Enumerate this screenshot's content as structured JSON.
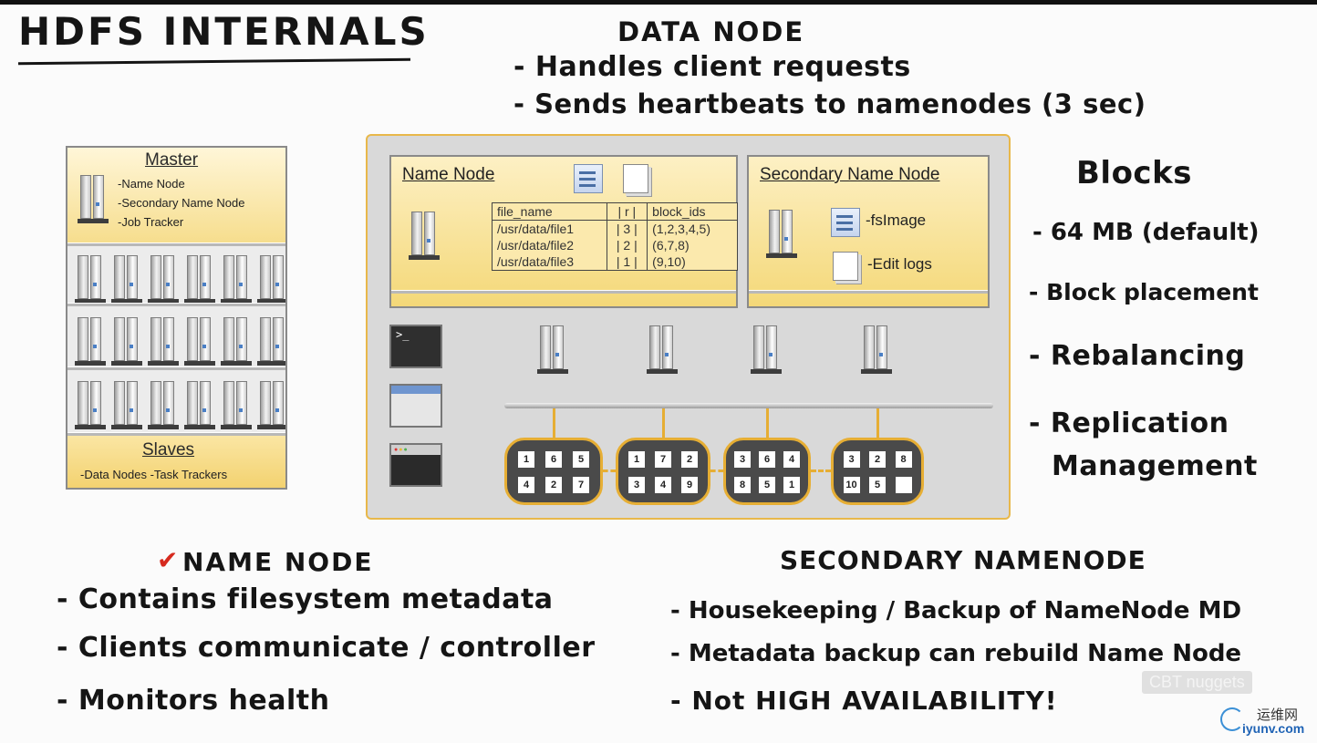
{
  "handwritten": {
    "title": "HDFS Internals",
    "datanode": {
      "title": "Data Node",
      "line1": "- Handles client requests",
      "line2": "- Sends heartbeats to namenodes (3 sec)"
    },
    "blocks": {
      "title": "Blocks",
      "line1": "- 64 MB (default)",
      "line2": "- Block placement",
      "line3": "- Rebalancing",
      "line4": "- Replication",
      "line5": "Management"
    },
    "namenode": {
      "check": "✔",
      "title": "Name Node",
      "line1": "- Contains filesystem metadata",
      "line2": "- Clients communicate / controller",
      "line3": "- Monitors health"
    },
    "secondary": {
      "title": "Secondary NameNode",
      "line1": "- Housekeeping / Backup of NameNode MD",
      "line2": "- Metadata backup can rebuild Name Node",
      "line3": "- Not HIGH AVAILABILITY!"
    }
  },
  "master_panel": {
    "master_title": "Master",
    "master_items": [
      "-Name Node",
      "-Secondary Name Node",
      "-Job Tracker"
    ],
    "slaves_title": "Slaves",
    "slaves_items": "-Data Nodes  -Task Trackers"
  },
  "name_node_box": {
    "title": "Name Node",
    "table": {
      "headers": [
        "file_name",
        "| r |",
        "block_ids"
      ],
      "rows": [
        [
          "/usr/data/file1",
          "| 3 |",
          "(1,2,3,4,5)"
        ],
        [
          "/usr/data/file2",
          "| 2 |",
          "(6,7,8)"
        ],
        [
          "/usr/data/file3",
          "| 1 |",
          "(9,10)"
        ]
      ]
    }
  },
  "secondary_box": {
    "title": "Secondary Name Node",
    "items": [
      "-fsImage",
      "-Edit logs"
    ]
  },
  "terminal_prompt": ">_",
  "data_nodes": [
    {
      "blocks": [
        "1",
        "6",
        "5",
        "4",
        "2",
        "7"
      ]
    },
    {
      "blocks": [
        "1",
        "7",
        "2",
        "3",
        "4",
        "9"
      ]
    },
    {
      "blocks": [
        "3",
        "6",
        "4",
        "8",
        "5",
        "1"
      ]
    },
    {
      "blocks": [
        "3",
        "2",
        "8",
        "10",
        "5",
        ""
      ]
    }
  ],
  "watermarks": {
    "cbt": "CBT nuggets",
    "site_cn": "运维网",
    "site": "iyunv.com"
  },
  "colors": {
    "accent": "#e6ae34",
    "check": "#d62a1e",
    "panel_gold": "#f4d878"
  }
}
